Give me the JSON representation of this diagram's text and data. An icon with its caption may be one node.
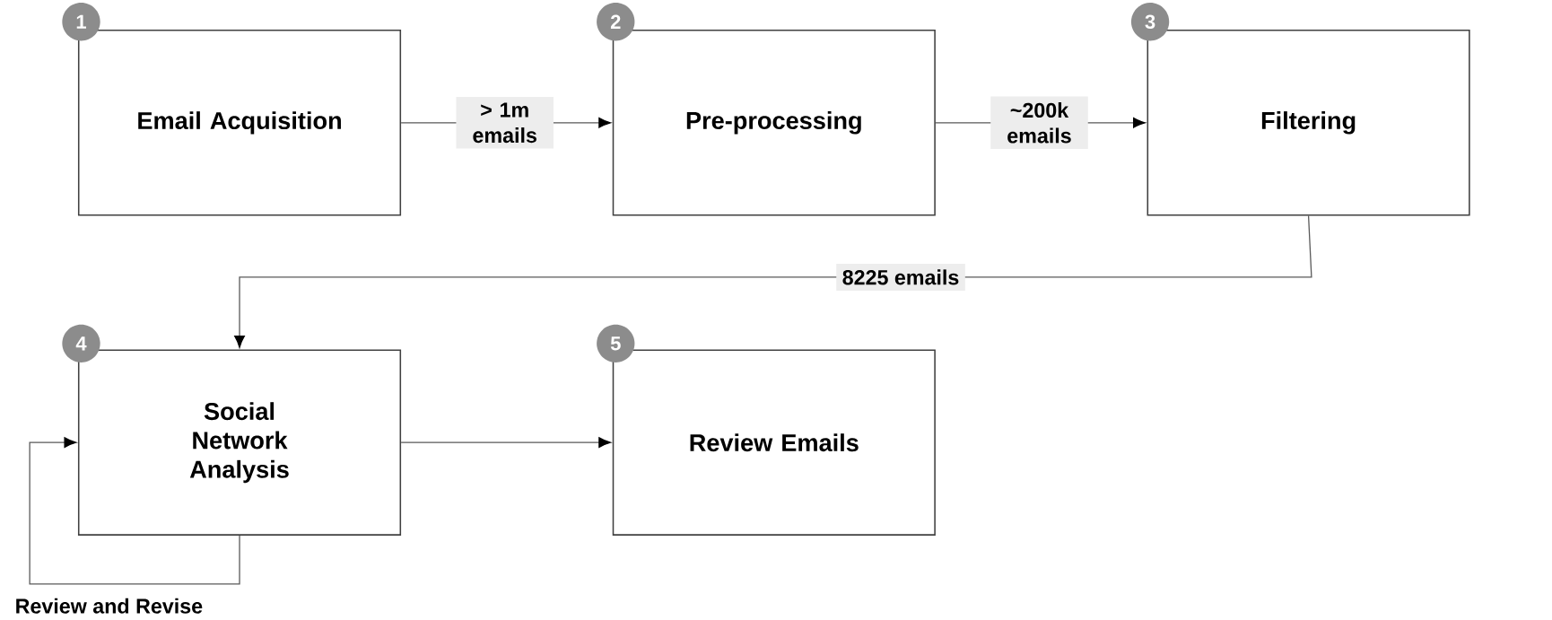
{
  "diagram": {
    "nodes": [
      {
        "text": [
          "1"
        ]
      },
      {
        "text": [
          "Email Acquisition"
        ]
      },
      {
        "text": [
          "2"
        ]
      },
      {
        "text": [
          "Pre-processing"
        ]
      },
      {
        "text": [
          "3"
        ]
      },
      {
        "text": [
          "Filtering"
        ]
      },
      {
        "text": [
          "4"
        ]
      },
      {
        "text": [
          "Social Network Analysis"
        ]
      },
      {
        "text": [
          "5"
        ]
      },
      {
        "text": [
          "Review Emails"
        ]
      }
    ],
    "edges": [
      {
        "from": 1,
        "to": 3,
        "arrow": "to",
        "label": "> 1m emails"
      },
      {
        "from": 3,
        "to": 5,
        "arrow": "to",
        "label": "~200k emails"
      },
      {
        "from": 5,
        "to": 7,
        "arrow": "to",
        "label": "8225 emails"
      },
      {
        "from": 7,
        "to": 9,
        "arrow": "to"
      },
      {
        "from": 7,
        "to": 7,
        "arrow": "to",
        "label": "Review and Revise"
      }
    ]
  }
}
